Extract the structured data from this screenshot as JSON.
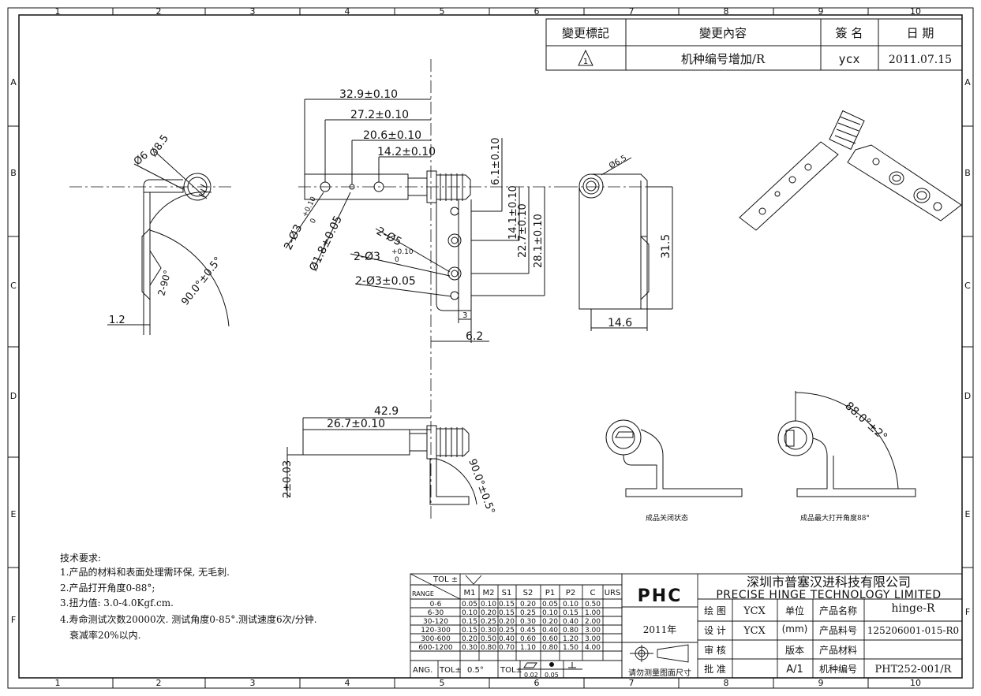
{
  "border": {
    "cols": [
      "1",
      "2",
      "3",
      "4",
      "5",
      "6",
      "7",
      "8",
      "9",
      "10"
    ],
    "rows": [
      "A",
      "B",
      "C",
      "D",
      "E",
      "F"
    ]
  },
  "revision": {
    "headers": [
      "變更標記",
      "變更內容",
      "簽 名",
      "日  期"
    ],
    "mark_symbol": "1",
    "content": "机种编号增加/R",
    "signer": "ycx",
    "date": "2011.07.15"
  },
  "dims": {
    "d329": "32.9±0.10",
    "d272": "27.2±0.10",
    "d206": "20.6±0.10",
    "d142": "14.2±0.10",
    "phi85": "Ø8.5",
    "phi6": "Ø6",
    "hole3": "2-Ø3",
    "hole3_tol_up": "+0.10",
    "hole3_tol_low": "0",
    "phi18": "Ø1.8±0.05",
    "ang90": "2-90°",
    "ang900": "90.0°±0.5°",
    "d12": "1.2",
    "d61": "6.1±0.10",
    "d141": "14.1±0.10",
    "d227": "22.7±0.10",
    "d281": "28.1±0.10",
    "h5": "2-Ø5",
    "h3b": "2-Ø3",
    "h3b_up": "+0.10",
    "h3b_low": "0",
    "h305": "2-Ø3±0.05",
    "d3": "3",
    "d62": "6.2",
    "phi65": "Ø6.5",
    "d315": "31.5",
    "d146": "14.6",
    "d429": "42.9",
    "d267": "26.7±0.10",
    "d2": "2±0.03",
    "ang900b": "90.0°±0.5°",
    "ang88": "88.0°±2°",
    "cap_closed": "成品关闭状态",
    "cap_open": "成品最大打开角度88°"
  },
  "notes": {
    "title": "技术要求:",
    "lines": [
      "1.产品的材料和表面处理需环保, 无毛刺.",
      "2.产品打开角度0-88°;",
      "3.扭力值: 3.0-4.0Kgf.cm.",
      "4.寿命测试次数20000次. 测试角度0-85°.测试速度6次/分钟.",
      "衰减率20%以内."
    ]
  },
  "tolerance": {
    "tol_label": "TOL ±",
    "range_label": "RANGE",
    "columns": [
      "M1",
      "M2",
      "S1",
      "S2",
      "P1",
      "P2",
      "C",
      "URS"
    ],
    "rows": [
      {
        "range": "0-6",
        "vals": [
          "0.05",
          "0.10",
          "0.15",
          "0.20",
          "0.05",
          "0.10",
          "0.50",
          ""
        ]
      },
      {
        "range": "6-30",
        "vals": [
          "0.10",
          "0.20",
          "0.15",
          "0.25",
          "0.10",
          "0.15",
          "1.00",
          ""
        ]
      },
      {
        "range": "30-120",
        "vals": [
          "0.15",
          "0.25",
          "0.20",
          "0.30",
          "0.20",
          "0.40",
          "2.00",
          ""
        ]
      },
      {
        "range": "120-300",
        "vals": [
          "0.15",
          "0.30",
          "0.25",
          "0.45",
          "0.40",
          "0.80",
          "3.00",
          ""
        ]
      },
      {
        "range": "300-600",
        "vals": [
          "0.20",
          "0.50",
          "0.40",
          "0.60",
          "0.60",
          "1.20",
          "3.00",
          ""
        ]
      },
      {
        "range": "600-1200",
        "vals": [
          "0.30",
          "0.80",
          "0.70",
          "1.10",
          "0.80",
          "1.50",
          "4.00",
          ""
        ]
      }
    ],
    "ang_label": "ANG.",
    "ang_tol": "TOL±",
    "ang_val": "0.5°",
    "tol2": "TOL±",
    "flat": "0.02",
    "pos": "0.05"
  },
  "title_block": {
    "logo": "PHC",
    "company_cn": "深圳市普塞汉进科技有限公司",
    "company_en": "PRECISE HINGE TECHNOLOGY LIMITED",
    "year": "2011年",
    "note": "请勿测量图面尺寸",
    "draw_label": "绘 图",
    "draw_by": "YCX",
    "design_label": "设 计",
    "design_by": "YCX",
    "check_label": "审 核",
    "approve_label": "批 准",
    "unit_label": "单位",
    "unit": "(mm)",
    "version_label": "版本",
    "version": "A/1",
    "name_label": "产品名称",
    "name": "hinge-R",
    "part_label": "产品料号",
    "part": "125206001-015-R0",
    "material_label": "产品材料",
    "material": "",
    "model_label": "机种编号",
    "model": "PHT252-001/R"
  }
}
